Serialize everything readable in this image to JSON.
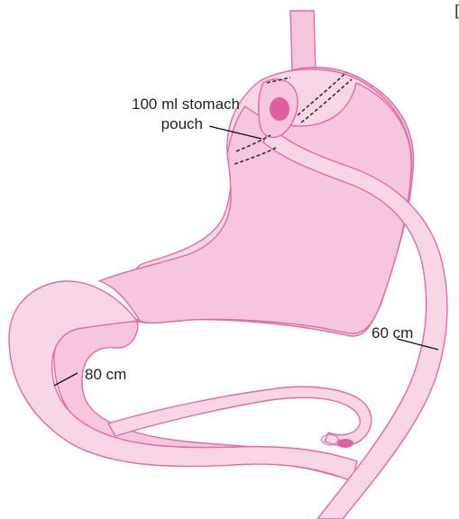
{
  "labels": {
    "pouch_line1": "100 ml stomach",
    "pouch_line2": "pouch",
    "limb_60": "60 cm",
    "limb_80": "80 cm",
    "corner_mark": "["
  },
  "colors": {
    "tissue": "#f5c6dd",
    "tissue_light": "#f8d6e6",
    "outline": "#e26aa6",
    "anastomosis": "#e0609e"
  }
}
